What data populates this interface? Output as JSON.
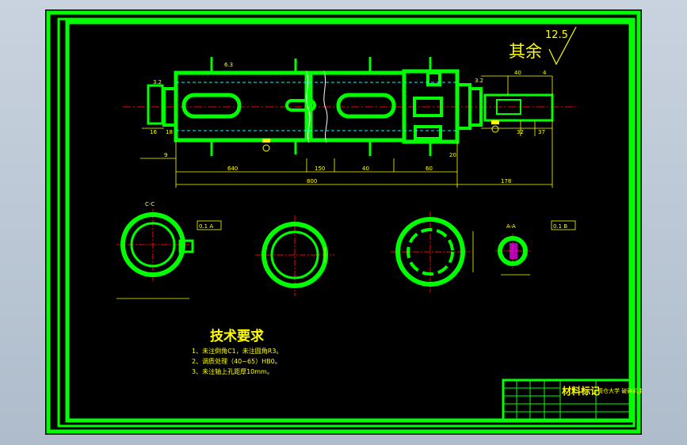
{
  "drawing": {
    "surface_note": {
      "label": "其余",
      "roughness": "12.5"
    },
    "dimensions": {
      "overall": "800",
      "right_end": "178",
      "seg_a": "640",
      "seg_b": "150",
      "seg_c": "40",
      "seg_d": "60",
      "seg_e": "20",
      "seg_f": "9",
      "seg_g": "18",
      "seg_h": "16",
      "seg_i": "32",
      "seg_j": "37",
      "seg_k": "40",
      "seg_l": "4",
      "rough_1": "6.3",
      "rough_2": "3.2"
    },
    "sections": {
      "a_label": "C-C",
      "b_label": "A-A",
      "tol_1": "0.1 A",
      "tol_2": "0.1 B"
    },
    "tech_requirements": {
      "title": "技术要求",
      "items": [
        "1、未注倒角C1，未注圆角R3。",
        "2、调质处理（40~65）HB0。",
        "3、未注轴上孔距厚10mm。"
      ]
    },
    "title_block": {
      "text_main": "材料标记",
      "text_side": "筒仓大学 破碎机主轴"
    }
  },
  "colors": {
    "frame": "#00ff00",
    "dim": "#ffff00",
    "center": "#ff0000",
    "hidden": "#00ffff",
    "fill": "#ff00ff",
    "paper": "#000000"
  }
}
